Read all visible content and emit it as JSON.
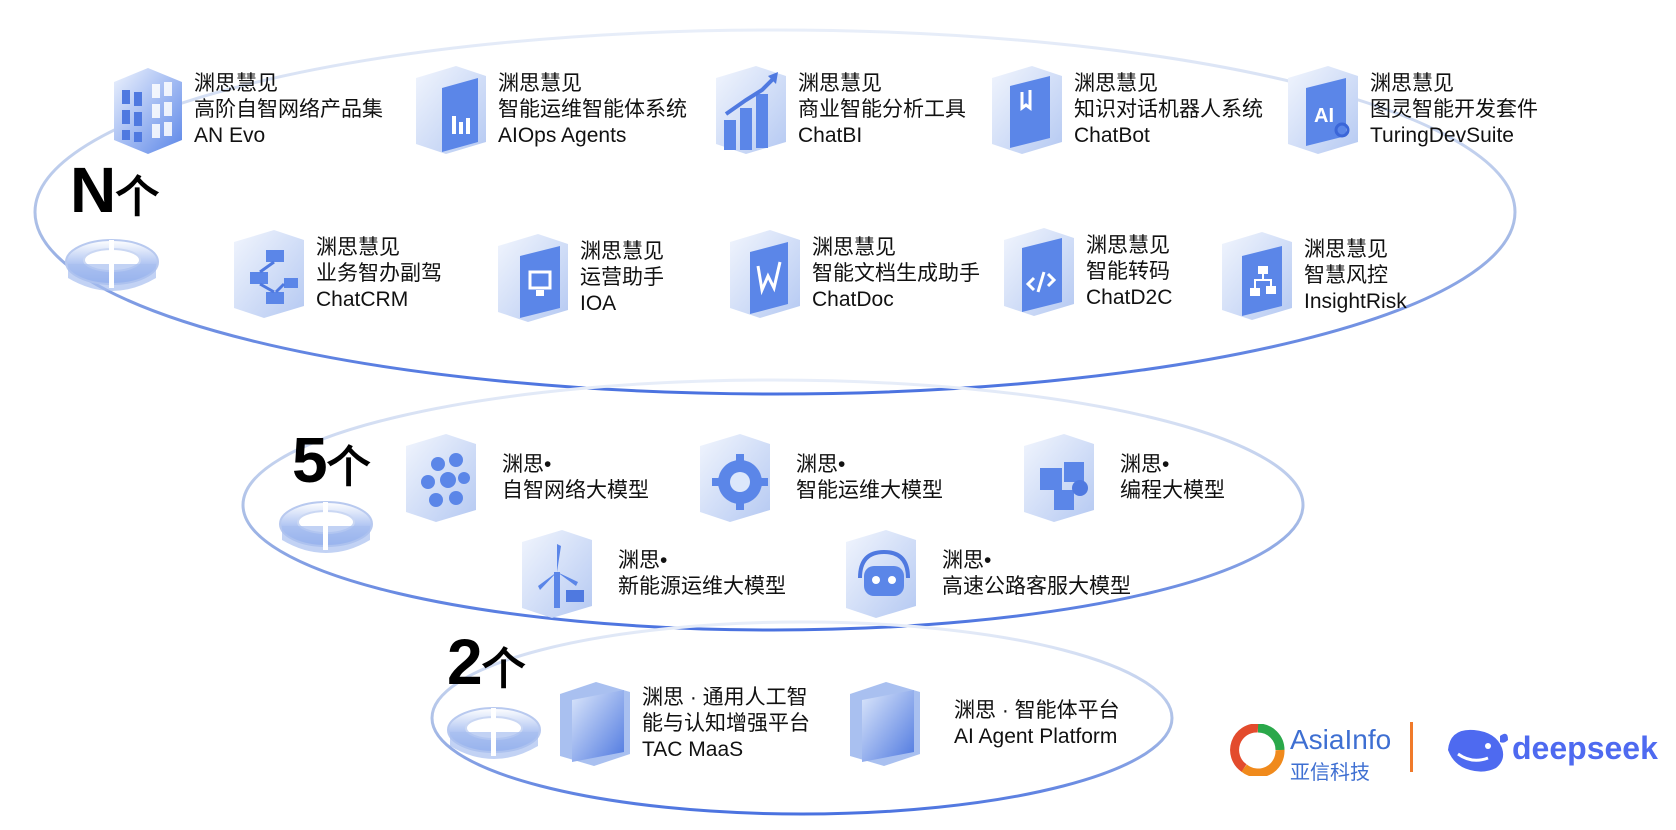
{
  "tiers": [
    {
      "count": "N个",
      "count_main": "N",
      "count_unit": "个",
      "items": [
        {
          "lines": [
            "渊思慧见",
            "高阶自智网络产品集",
            "AN Evo"
          ],
          "icon": "grid-cube-icon"
        },
        {
          "lines": [
            "渊思慧见",
            "智能运维智能体系统",
            "AIOps Agents"
          ],
          "icon": "document-chart-icon"
        },
        {
          "lines": [
            "渊思慧见",
            "商业智能分析工具",
            "ChatBI"
          ],
          "icon": "bar-chart-icon"
        },
        {
          "lines": [
            "渊思慧见",
            "知识对话机器人系统",
            "ChatBot"
          ],
          "icon": "book-icon"
        },
        {
          "lines": [
            "渊思慧见",
            "图灵智能开发套件",
            "TuringDevSuite"
          ],
          "icon": "ai-gear-icon"
        },
        {
          "lines": [
            "渊思慧见",
            "业务智办副驾",
            "ChatCRM"
          ],
          "icon": "flowchart-icon"
        },
        {
          "lines": [
            "渊思慧见",
            "运营助手",
            "IOA"
          ],
          "icon": "monitor-doc-icon"
        },
        {
          "lines": [
            "渊思慧见",
            "智能文档生成助手",
            "ChatDoc"
          ],
          "icon": "word-doc-icon"
        },
        {
          "lines": [
            "渊思慧见",
            "智能转码",
            "ChatD2C"
          ],
          "icon": "code-doc-icon"
        },
        {
          "lines": [
            "渊思慧见",
            "智慧风控",
            "InsightRisk"
          ],
          "icon": "risk-tree-icon"
        }
      ]
    },
    {
      "count": "5个",
      "count_main": "5",
      "count_unit": "个",
      "items": [
        {
          "lines": [
            "渊思•",
            "自智网络大模型"
          ],
          "icon": "network-nodes-icon"
        },
        {
          "lines": [
            "渊思•",
            "智能运维大模型"
          ],
          "icon": "gear-icon"
        },
        {
          "lines": [
            "渊思•",
            "编程大模型"
          ],
          "icon": "code-blocks-icon"
        },
        {
          "lines": [
            "渊思•",
            "新能源运维大模型"
          ],
          "icon": "wind-turbine-icon"
        },
        {
          "lines": [
            "渊思•",
            "高速公路客服大模型"
          ],
          "icon": "robot-headset-icon"
        }
      ]
    },
    {
      "count": "2个",
      "count_main": "2",
      "count_unit": "个",
      "items": [
        {
          "lines": [
            "渊思 · 通用人工智",
            "能与认知增强平台",
            "TAC MaaS"
          ],
          "icon": "cube-platform-icon"
        },
        {
          "lines": [
            "渊思 · 智能体平台",
            "AI Agent Platform"
          ],
          "icon": "cube-platform-icon"
        }
      ]
    }
  ],
  "logos": {
    "asiainfo_en": "AsiaInfo",
    "asiainfo_cn": "亚信科技",
    "deepseek": "deepseek"
  },
  "colors": {
    "accent_blue": "#4e6af0",
    "icon_blue": "#5b86e8",
    "icon_light": "#dce7fb",
    "ring_blue": "#6f95e8"
  }
}
